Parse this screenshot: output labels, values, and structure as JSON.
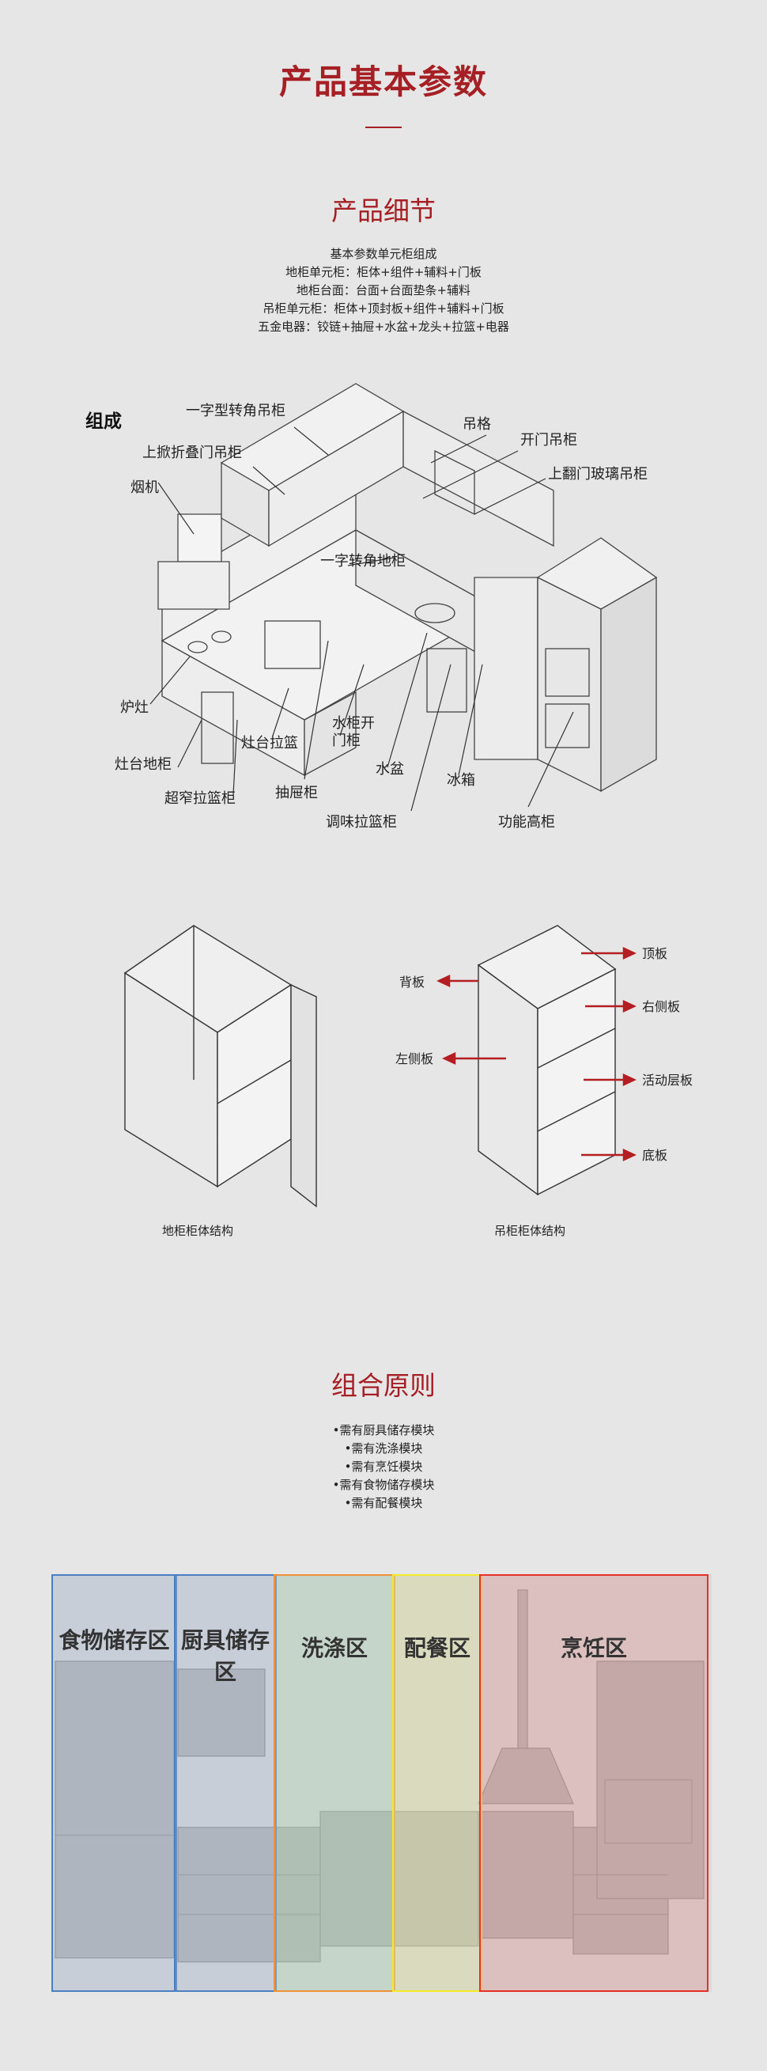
{
  "header": {
    "title": "产品基本参数"
  },
  "detail": {
    "title": "产品细节",
    "lines": [
      "基本参数单元柜组成",
      "地柜单元柜：柜体+组件+辅料+门板",
      "地柜台面：台面+台面垫条+辅料",
      "吊柜单元柜：柜体+顶封板+组件+辅料+门板",
      "五金电器：铰链+抽屉+水盆+龙头+拉篮+电器"
    ]
  },
  "kitchen_diagram": {
    "heading": "组成",
    "labels": {
      "corner_wall": "一字型转角吊柜",
      "rack": "吊格",
      "lift_fold": "上掀折叠门吊柜",
      "open_wall": "开门吊柜",
      "hood": "烟机",
      "flip_glass": "上翻门玻璃吊柜",
      "corner_base": "一字转角地柜",
      "stove": "炉灶",
      "stove_basket": "灶台拉篮",
      "sink_door_1": "水柜开",
      "sink_door_2": "门柜",
      "stove_base": "灶台地柜",
      "drawer": "抽屉柜",
      "sink": "水盆",
      "fridge": "冰箱",
      "narrow_basket": "超窄拉篮柜",
      "seasoning": "调味拉篮柜",
      "tall": "功能高柜"
    }
  },
  "structure": {
    "base_caption": "地柜柜体结构",
    "wall_caption": "吊柜柜体结构",
    "labels": {
      "back": "背板",
      "top": "顶板",
      "right": "右侧板",
      "left": "左侧板",
      "shelf": "活动层板",
      "bottom": "底板"
    }
  },
  "principle": {
    "title": "组合原则",
    "lines": [
      "•需有厨具储存模块",
      "•需有洗涤模块",
      "•需有烹饪模块",
      "•需有食物储存模块",
      "•需有配餐模块"
    ]
  },
  "zones": [
    {
      "label": "食物储存区",
      "color": "#4a7fc1"
    },
    {
      "label": "厨具储存区",
      "color": "#4a7fc1"
    },
    {
      "label": "洗涤区",
      "color": "#f0923c"
    },
    {
      "label": "配餐区",
      "color": "#f5ea2a"
    },
    {
      "label": "烹饪区",
      "color": "#e8302a"
    }
  ],
  "colors": {
    "accent": "#a51f24",
    "arrow": "#b41e23"
  }
}
